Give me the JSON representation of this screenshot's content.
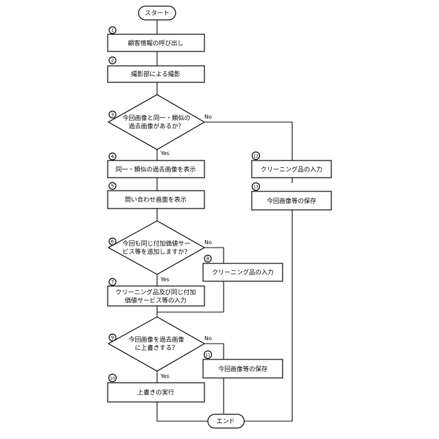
{
  "start": {
    "label": "スタート"
  },
  "end": {
    "label": "エンド"
  },
  "steps": [
    {
      "num": "1",
      "lines": [
        "顧客情報の呼び出し"
      ]
    },
    {
      "num": "2",
      "lines": [
        "撮影部による撮影"
      ]
    },
    {
      "num": "3",
      "lines": [
        "今回画像と同一・類似の",
        "過去画像があるか？"
      ]
    },
    {
      "num": "4",
      "lines": [
        "同一・類似の過去画像を表示"
      ]
    },
    {
      "num": "5",
      "lines": [
        "問い合わせ画面を表示"
      ]
    },
    {
      "num": "6",
      "lines": [
        "今回も同じ付加価値サー",
        "ビス等を追加しますか？"
      ]
    },
    {
      "num": "7",
      "lines": [
        "クリーニング品及び同じ付加",
        "価値サービス等の入力"
      ]
    },
    {
      "num": "8",
      "lines": [
        "クリーニング品の入力"
      ]
    },
    {
      "num": "9",
      "lines": [
        "今回画像を過去画像",
        "に上書きする？"
      ]
    },
    {
      "num": "10",
      "lines": [
        "上書きの実行"
      ]
    },
    {
      "num": "11",
      "lines": [
        "今回画像等の保存"
      ]
    },
    {
      "num": "12",
      "lines": [
        "クリーニング品の入力"
      ]
    },
    {
      "num": "13",
      "lines": [
        "今回画像等の保存"
      ]
    }
  ],
  "labels": {
    "yes": "Yes",
    "no": "No"
  }
}
